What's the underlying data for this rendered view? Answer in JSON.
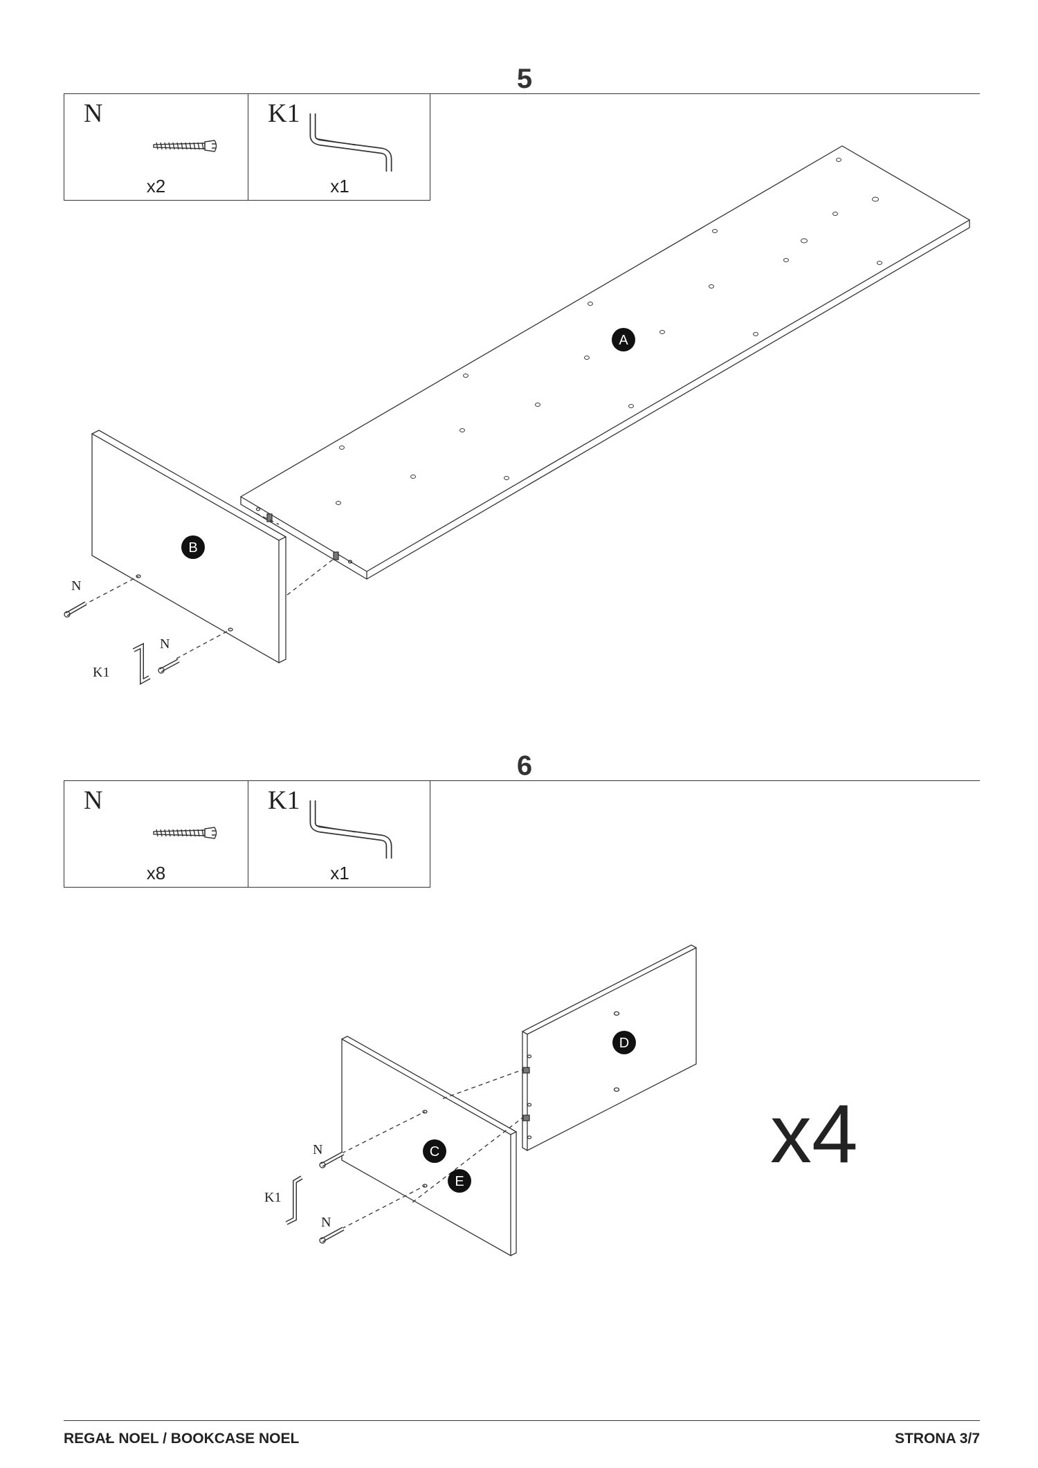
{
  "steps": [
    {
      "number": "5",
      "parts": [
        {
          "code": "N",
          "icon": "screw-icon",
          "qty": "x2"
        },
        {
          "code": "K1",
          "icon": "hex-key-icon",
          "qty": "x1"
        }
      ],
      "panels": [
        "A",
        "B"
      ],
      "callouts": [
        "N",
        "N",
        "K1"
      ]
    },
    {
      "number": "6",
      "parts": [
        {
          "code": "N",
          "icon": "screw-icon",
          "qty": "x8"
        },
        {
          "code": "K1",
          "icon": "hex-key-icon",
          "qty": "x1"
        }
      ],
      "panels": [
        "D",
        "C",
        "E"
      ],
      "callouts": [
        "N",
        "K1",
        "N"
      ],
      "multiplier": "x4"
    }
  ],
  "footer": {
    "left": "REGAŁ NOEL / BOOKCASE NOEL",
    "right": "STRONA 3/7"
  }
}
